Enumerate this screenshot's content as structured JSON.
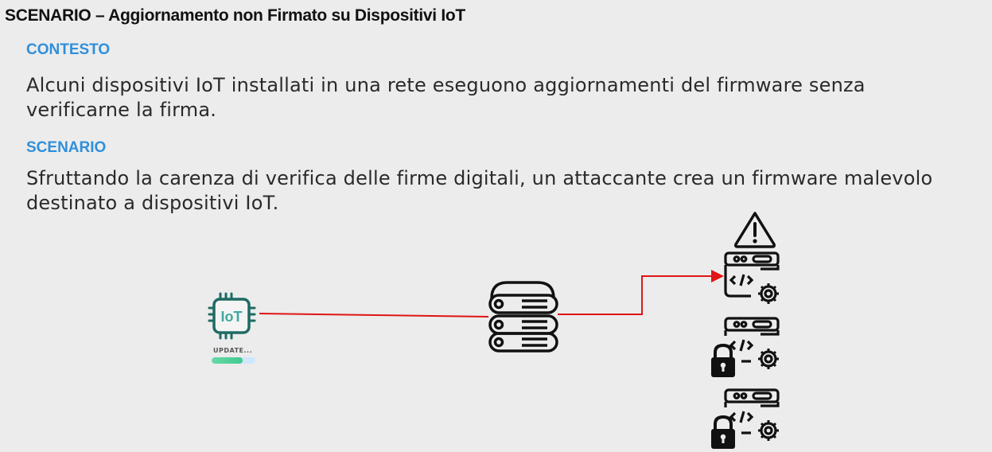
{
  "header": {
    "title": "SCENARIO – Aggiornamento non Firmato su Dispositivi IoT"
  },
  "sections": [
    {
      "heading": "CONTESTO",
      "lines": [
        "Alcuni dispositivi IoT installati in una rete eseguono aggiornamenti del firmware senza",
        "verificarne la firma."
      ]
    },
    {
      "heading": "SCENARIO",
      "lines": [
        "Sfruttando la carenza di verifica delle firme digitali, un attaccante crea un firmware malevolo",
        "destinato a dispositivi IoT."
      ]
    }
  ],
  "diagram": {
    "iot_chip": {
      "text": "IoT",
      "icon": "iot-chip-icon",
      "color": "#1e6b63"
    },
    "update": {
      "label": "UPDATE...",
      "progress_percent": 70
    },
    "server": {
      "icon": "server-rack-icon"
    },
    "devices": [
      {
        "icon": "code-server-icon",
        "badge": "warning-icon",
        "status": "compromised"
      },
      {
        "icon": "code-server-icon",
        "badge": "padlock-icon",
        "status": "locked"
      },
      {
        "icon": "code-server-icon",
        "badge": "padlock-icon",
        "status": "locked"
      }
    ],
    "connection_color": "#e01515"
  },
  "colors": {
    "background": "#ececec",
    "heading": "#2f8fdb",
    "icon": "#111111"
  }
}
